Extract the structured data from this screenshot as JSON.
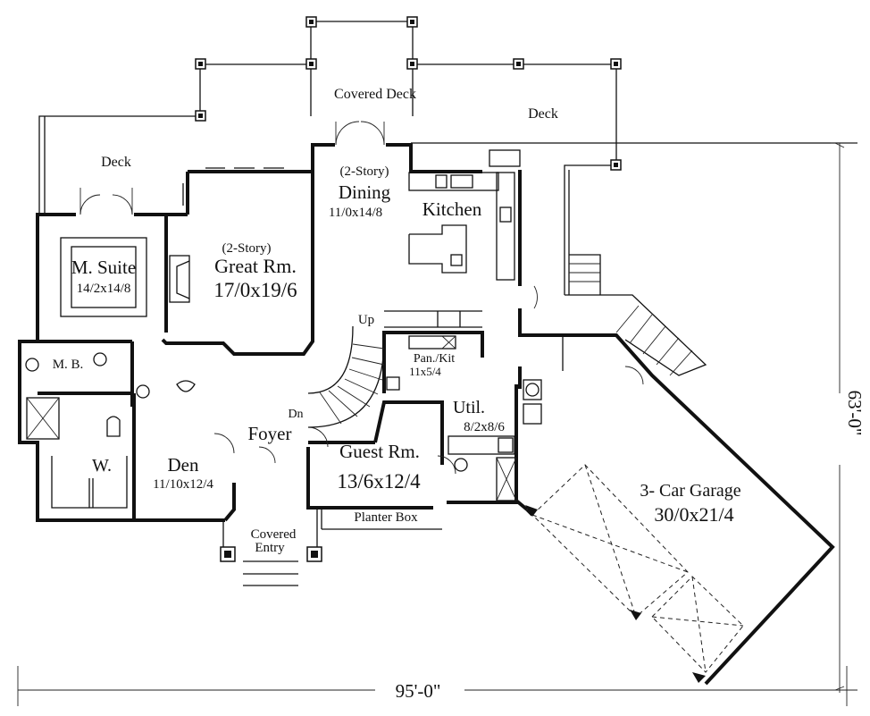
{
  "rooms": {
    "covered_deck": "Covered Deck",
    "deck_right": "Deck",
    "deck_left": "Deck",
    "dining_story": "(2-Story)",
    "dining": "Dining",
    "dining_size": "11/0x14/8",
    "kitchen": "Kitchen",
    "great_story": "(2-Story)",
    "great_room": "Great Rm.",
    "great_size": "17/0x19/6",
    "suite": "M. Suite",
    "suite_size": "14/2x14/8",
    "mb": "M. B.",
    "w": "W.",
    "up": "Up",
    "pan_kit": "Pan./Kit",
    "pan_size": "11x5/4",
    "util": "Util.",
    "util_size": "8/2x8/6",
    "dn": "Dn",
    "foyer": "Foyer",
    "guest": "Guest Rm.",
    "guest_size": "13/6x12/4",
    "den": "Den",
    "den_size": "11/10x12/4",
    "planter": "Planter Box",
    "covered_entry_1": "Covered",
    "covered_entry_2": "Entry",
    "garage": "3- Car Garage",
    "garage_size": "30/0x21/4"
  },
  "dimensions": {
    "width": "95'-0\"",
    "depth": "63'-0\""
  }
}
